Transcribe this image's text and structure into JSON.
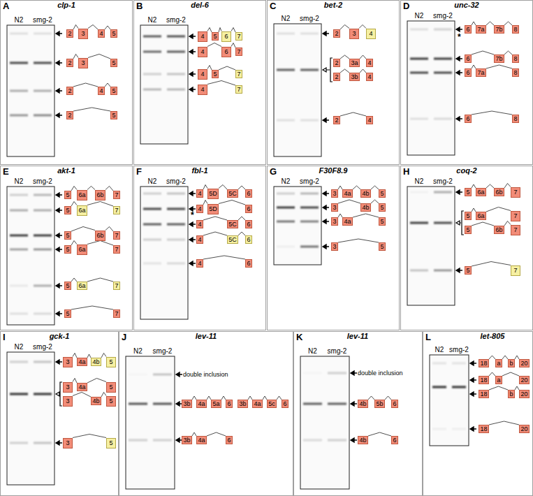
{
  "diagram": {
    "nodes": [
      {
        "text": [
          "2"
        ]
      },
      {
        "text": [
          "3"
        ]
      },
      {
        "text": [
          "4"
        ]
      },
      {
        "text": [
          "5"
        ]
      },
      {
        "text": [
          "2"
        ]
      },
      {
        "text": [
          "3"
        ]
      },
      {
        "text": [
          "5"
        ]
      },
      {
        "text": [
          "2"
        ]
      },
      {
        "text": [
          "4"
        ]
      },
      {
        "text": [
          "5"
        ]
      },
      {
        "text": [
          "2"
        ]
      },
      {
        "text": [
          "5"
        ]
      },
      {
        "text": [
          "4"
        ]
      },
      {
        "text": [
          "5"
        ]
      },
      {
        "text": [
          "6"
        ]
      },
      {
        "text": [
          "7"
        ]
      },
      {
        "text": [
          "4"
        ]
      },
      {
        "text": [
          "6"
        ]
      },
      {
        "text": [
          "7"
        ]
      },
      {
        "text": [
          "4"
        ]
      },
      {
        "text": [
          "5"
        ]
      },
      {
        "text": [
          "7"
        ]
      },
      {
        "text": [
          "4"
        ]
      },
      {
        "text": [
          "7"
        ]
      },
      {
        "text": [
          "2"
        ]
      },
      {
        "text": [
          "3"
        ]
      },
      {
        "text": [
          "4"
        ]
      },
      {
        "text": [
          "2"
        ]
      },
      {
        "text": [
          "3a"
        ]
      },
      {
        "text": [
          "4"
        ]
      },
      {
        "text": [
          "2"
        ]
      },
      {
        "text": [
          "3b"
        ]
      },
      {
        "text": [
          "4"
        ]
      },
      {
        "text": [
          "2"
        ]
      },
      {
        "text": [
          "4"
        ]
      },
      {
        "text": [
          "6"
        ]
      },
      {
        "text": [
          "7a"
        ]
      },
      {
        "text": [
          "7b"
        ]
      },
      {
        "text": [
          "8"
        ]
      },
      {
        "text": [
          "6"
        ]
      },
      {
        "text": [
          "7b"
        ]
      },
      {
        "text": [
          "8"
        ]
      },
      {
        "text": [
          "6"
        ]
      },
      {
        "text": [
          "7a"
        ]
      },
      {
        "text": [
          "8"
        ]
      },
      {
        "text": [
          "6"
        ]
      },
      {
        "text": [
          "8"
        ]
      },
      {
        "text": [
          "5"
        ]
      },
      {
        "text": [
          "6a"
        ]
      },
      {
        "text": [
          "6b"
        ]
      },
      {
        "text": [
          "7"
        ]
      },
      {
        "text": [
          "5"
        ]
      },
      {
        "text": [
          "6a"
        ]
      },
      {
        "text": [
          "7"
        ]
      },
      {
        "text": [
          "5"
        ]
      },
      {
        "text": [
          "6b"
        ]
      },
      {
        "text": [
          "7"
        ]
      },
      {
        "text": [
          "5"
        ]
      },
      {
        "text": [
          "6a"
        ]
      },
      {
        "text": [
          "7"
        ]
      },
      {
        "text": [
          "5"
        ]
      },
      {
        "text": [
          "6a"
        ]
      },
      {
        "text": [
          "7"
        ]
      },
      {
        "text": [
          "5"
        ]
      },
      {
        "text": [
          "7"
        ]
      },
      {
        "text": [
          "4"
        ]
      },
      {
        "text": [
          "5D"
        ]
      },
      {
        "text": [
          "5C"
        ]
      },
      {
        "text": [
          "6"
        ]
      },
      {
        "text": [
          "4"
        ]
      },
      {
        "text": [
          "5D"
        ]
      },
      {
        "text": [
          "6"
        ]
      },
      {
        "text": [
          "4"
        ]
      },
      {
        "text": [
          "5C"
        ]
      },
      {
        "text": [
          "6"
        ]
      },
      {
        "text": [
          "4"
        ]
      },
      {
        "text": [
          "5C"
        ]
      },
      {
        "text": [
          "6"
        ]
      },
      {
        "text": [
          "4"
        ]
      },
      {
        "text": [
          "6"
        ]
      },
      {
        "text": [
          "3"
        ]
      },
      {
        "text": [
          "4a"
        ]
      },
      {
        "text": [
          "4b"
        ]
      },
      {
        "text": [
          "5"
        ]
      },
      {
        "text": [
          "3"
        ]
      },
      {
        "text": [
          "4b"
        ]
      },
      {
        "text": [
          "5"
        ]
      },
      {
        "text": [
          "3"
        ]
      },
      {
        "text": [
          "4a"
        ]
      },
      {
        "text": [
          "5"
        ]
      },
      {
        "text": [
          "3"
        ]
      },
      {
        "text": [
          "5"
        ]
      },
      {
        "text": [
          "5"
        ]
      },
      {
        "text": [
          "6a"
        ]
      },
      {
        "text": [
          "6b"
        ]
      },
      {
        "text": [
          "7"
        ]
      },
      {
        "text": [
          "5"
        ]
      },
      {
        "text": [
          "6a"
        ]
      },
      {
        "text": [
          "7"
        ]
      },
      {
        "text": [
          "5"
        ]
      },
      {
        "text": [
          "6b"
        ]
      },
      {
        "text": [
          "7"
        ]
      },
      {
        "text": [
          "5"
        ]
      },
      {
        "text": [
          "7"
        ]
      },
      {
        "text": [
          "3"
        ]
      },
      {
        "text": [
          "4a"
        ]
      },
      {
        "text": [
          "4b"
        ]
      },
      {
        "text": [
          "5"
        ]
      },
      {
        "text": [
          "3"
        ]
      },
      {
        "text": [
          "4a"
        ]
      },
      {
        "text": [
          "5"
        ]
      },
      {
        "text": [
          "3"
        ]
      },
      {
        "text": [
          "4b"
        ]
      },
      {
        "text": [
          "5"
        ]
      },
      {
        "text": [
          "3"
        ]
      },
      {
        "text": [
          "5"
        ]
      },
      {
        "text": [
          "3b"
        ]
      },
      {
        "text": [
          "4a"
        ]
      },
      {
        "text": [
          "5a"
        ]
      },
      {
        "text": [
          "6"
        ]
      },
      {
        "text": [
          "3b"
        ]
      },
      {
        "text": [
          "4a"
        ]
      },
      {
        "text": [
          "5c"
        ]
      },
      {
        "text": [
          "6"
        ]
      },
      {
        "text": [
          "3b"
        ]
      },
      {
        "text": [
          "4a"
        ]
      },
      {
        "text": [
          "6"
        ]
      },
      {
        "text": [
          "4b"
        ]
      },
      {
        "text": [
          "5b"
        ]
      },
      {
        "text": [
          "6"
        ]
      },
      {
        "text": [
          "4b"
        ]
      },
      {
        "text": [
          "6"
        ]
      },
      {
        "text": [
          "18"
        ]
      },
      {
        "text": [
          "a"
        ]
      },
      {
        "text": [
          "b"
        ]
      },
      {
        "text": [
          "20"
        ]
      },
      {
        "text": [
          "18"
        ]
      },
      {
        "text": [
          "a"
        ]
      },
      {
        "text": [
          "20"
        ]
      },
      {
        "text": [
          "18"
        ]
      },
      {
        "text": [
          "b"
        ]
      },
      {
        "text": [
          "20"
        ]
      },
      {
        "text": [
          "18"
        ]
      },
      {
        "text": [
          "20"
        ]
      }
    ],
    "edges": [
      {
        "from": 0,
        "to": 1,
        "arrow": "none"
      },
      {
        "from": 1,
        "to": 2,
        "arrow": "none"
      },
      {
        "from": 2,
        "to": 3,
        "arrow": "none"
      },
      {
        "from": 4,
        "to": 5,
        "arrow": "none"
      },
      {
        "from": 5,
        "to": 6,
        "arrow": "none"
      },
      {
        "from": 7,
        "to": 8,
        "arrow": "none"
      },
      {
        "from": 8,
        "to": 9,
        "arrow": "none"
      },
      {
        "from": 10,
        "to": 11,
        "arrow": "none"
      },
      {
        "from": 12,
        "to": 13,
        "arrow": "none"
      },
      {
        "from": 13,
        "to": 14,
        "arrow": "none"
      },
      {
        "from": 14,
        "to": 15,
        "arrow": "none"
      },
      {
        "from": 16,
        "to": 17,
        "arrow": "none"
      },
      {
        "from": 17,
        "to": 18,
        "arrow": "none"
      },
      {
        "from": 19,
        "to": 20,
        "arrow": "none"
      },
      {
        "from": 20,
        "to": 21,
        "arrow": "none"
      },
      {
        "from": 22,
        "to": 23,
        "arrow": "none"
      },
      {
        "from": 24,
        "to": 25,
        "arrow": "none"
      },
      {
        "from": 25,
        "to": 26,
        "arrow": "none"
      },
      {
        "from": 27,
        "to": 28,
        "arrow": "none"
      },
      {
        "from": 28,
        "to": 29,
        "arrow": "none"
      },
      {
        "from": 30,
        "to": 31,
        "arrow": "none"
      },
      {
        "from": 31,
        "to": 32,
        "arrow": "none"
      },
      {
        "from": 33,
        "to": 34,
        "arrow": "none"
      },
      {
        "from": 35,
        "to": 36,
        "arrow": "none"
      },
      {
        "from": 36,
        "to": 37,
        "arrow": "none"
      },
      {
        "from": 37,
        "to": 38,
        "arrow": "none"
      },
      {
        "from": 39,
        "to": 40,
        "arrow": "none"
      },
      {
        "from": 40,
        "to": 41,
        "arrow": "none"
      },
      {
        "from": 42,
        "to": 43,
        "arrow": "none"
      },
      {
        "from": 43,
        "to": 44,
        "arrow": "none"
      },
      {
        "from": 45,
        "to": 46,
        "arrow": "none"
      },
      {
        "from": 47,
        "to": 48,
        "arrow": "none"
      },
      {
        "from": 48,
        "to": 49,
        "arrow": "none"
      },
      {
        "from": 49,
        "to": 50,
        "arrow": "none"
      },
      {
        "from": 51,
        "to": 52,
        "arrow": "none"
      },
      {
        "from": 52,
        "to": 53,
        "arrow": "none"
      },
      {
        "from": 54,
        "to": 55,
        "arrow": "none"
      },
      {
        "from": 55,
        "to": 56,
        "arrow": "none"
      },
      {
        "from": 57,
        "to": 58,
        "arrow": "none"
      },
      {
        "from": 58,
        "to": 59,
        "arrow": "none"
      },
      {
        "from": 60,
        "to": 61,
        "arrow": "none"
      },
      {
        "from": 61,
        "to": 62,
        "arrow": "none"
      },
      {
        "from": 63,
        "to": 64,
        "arrow": "none"
      },
      {
        "from": 65,
        "to": 66,
        "arrow": "none"
      },
      {
        "from": 66,
        "to": 67,
        "arrow": "none"
      },
      {
        "from": 67,
        "to": 68,
        "arrow": "none"
      },
      {
        "from": 69,
        "to": 70,
        "arrow": "none"
      },
      {
        "from": 70,
        "to": 71,
        "arrow": "none"
      },
      {
        "from": 72,
        "to": 73,
        "arrow": "none"
      },
      {
        "from": 73,
        "to": 74,
        "arrow": "none"
      },
      {
        "from": 75,
        "to": 76,
        "arrow": "none"
      },
      {
        "from": 76,
        "to": 77,
        "arrow": "none"
      },
      {
        "from": 78,
        "to": 79,
        "arrow": "none"
      },
      {
        "from": 80,
        "to": 81,
        "arrow": "none"
      },
      {
        "from": 81,
        "to": 82,
        "arrow": "none"
      },
      {
        "from": 82,
        "to": 83,
        "arrow": "none"
      },
      {
        "from": 84,
        "to": 85,
        "arrow": "none"
      },
      {
        "from": 85,
        "to": 86,
        "arrow": "none"
      },
      {
        "from": 87,
        "to": 88,
        "arrow": "none"
      },
      {
        "from": 88,
        "to": 89,
        "arrow": "none"
      },
      {
        "from": 90,
        "to": 91,
        "arrow": "none"
      },
      {
        "from": 92,
        "to": 93,
        "arrow": "none"
      },
      {
        "from": 93,
        "to": 94,
        "arrow": "none"
      },
      {
        "from": 94,
        "to": 95,
        "arrow": "none"
      },
      {
        "from": 96,
        "to": 97,
        "arrow": "none"
      },
      {
        "from": 97,
        "to": 98,
        "arrow": "none"
      },
      {
        "from": 99,
        "to": 100,
        "arrow": "none"
      },
      {
        "from": 100,
        "to": 101,
        "arrow": "none"
      },
      {
        "from": 102,
        "to": 103,
        "arrow": "none"
      },
      {
        "from": 104,
        "to": 105,
        "arrow": "none"
      },
      {
        "from": 105,
        "to": 106,
        "arrow": "none"
      },
      {
        "from": 106,
        "to": 107,
        "arrow": "none"
      },
      {
        "from": 108,
        "to": 109,
        "arrow": "none"
      },
      {
        "from": 109,
        "to": 110,
        "arrow": "none"
      },
      {
        "from": 111,
        "to": 112,
        "arrow": "none"
      },
      {
        "from": 112,
        "to": 113,
        "arrow": "none"
      },
      {
        "from": 114,
        "to": 115,
        "arrow": "none"
      },
      {
        "from": 116,
        "to": 117,
        "arrow": "none"
      },
      {
        "from": 117,
        "to": 118,
        "arrow": "none"
      },
      {
        "from": 118,
        "to": 119,
        "arrow": "none"
      },
      {
        "from": 120,
        "to": 121,
        "arrow": "none"
      },
      {
        "from": 121,
        "to": 122,
        "arrow": "none"
      },
      {
        "from": 122,
        "to": 123,
        "arrow": "none"
      },
      {
        "from": 124,
        "to": 125,
        "arrow": "none"
      },
      {
        "from": 125,
        "to": 126,
        "arrow": "none"
      },
      {
        "from": 127,
        "to": 128,
        "arrow": "none"
      },
      {
        "from": 128,
        "to": 129,
        "arrow": "none"
      },
      {
        "from": 130,
        "to": 131,
        "arrow": "none"
      },
      {
        "from": 132,
        "to": 133,
        "arrow": "none"
      },
      {
        "from": 133,
        "to": 134,
        "arrow": "none"
      },
      {
        "from": 134,
        "to": 135,
        "arrow": "none"
      },
      {
        "from": 136,
        "to": 137,
        "arrow": "none"
      },
      {
        "from": 137,
        "to": 138,
        "arrow": "none"
      },
      {
        "from": 139,
        "to": 140,
        "arrow": "none"
      },
      {
        "from": 140,
        "to": 141,
        "arrow": "none"
      },
      {
        "from": 142,
        "to": 143,
        "arrow": "none"
      }
    ],
    "labels": [
      "A",
      "clp-1",
      "N2",
      "smg-2",
      "B",
      "del-6",
      "N2",
      "smg-2",
      "C",
      "bet-2",
      "N2",
      "smg-2",
      "D",
      "unc-32",
      "N2",
      "smg-2",
      "*",
      "E",
      "akt-1",
      "N2",
      "smg-2",
      "F",
      "fbl-1",
      "N2",
      "smg-2",
      "*",
      "G",
      "F30F8.9",
      "N2",
      "smg-2",
      "H",
      "coq-2",
      "N2",
      "smg-2",
      "I",
      "gck-1",
      "N2",
      "smg-2",
      "J",
      "lev-11",
      "N2",
      "smg-2",
      "double inclusion",
      "K",
      "lev-11",
      "N2",
      "smg-2",
      "double inclusion",
      "L",
      "let-805",
      "N2",
      "smg-2"
    ]
  }
}
